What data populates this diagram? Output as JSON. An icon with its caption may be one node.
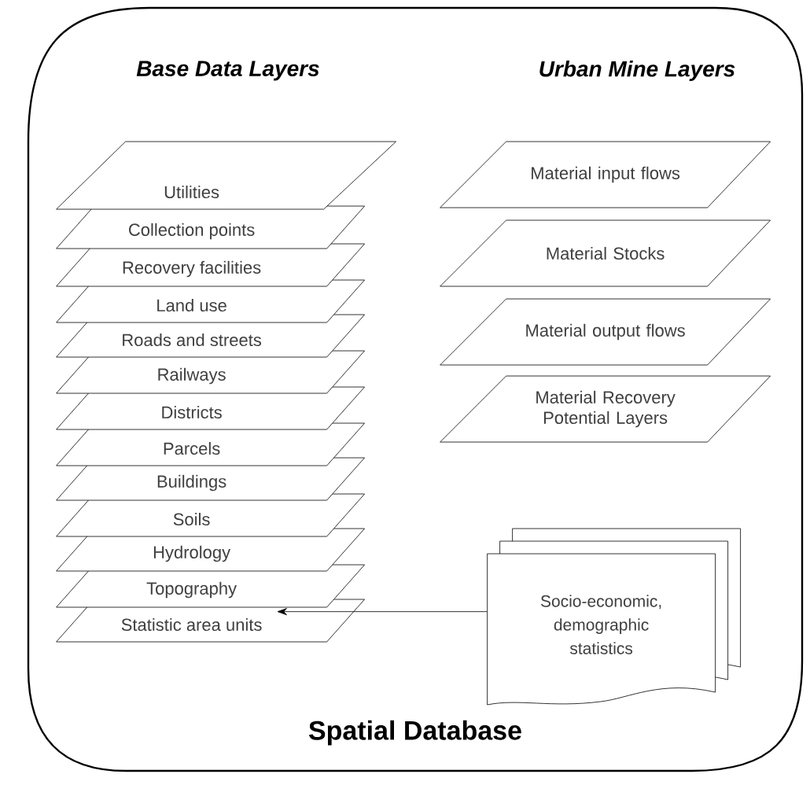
{
  "diagram": {
    "nodes": [
      {
        "text": [
          "Spatial Database"
        ]
      },
      {
        "text": [
          "Utilities"
        ],
        "in": 0
      },
      {
        "text": [
          "Collection points"
        ],
        "in": 0
      },
      {
        "text": [
          "Recovery facilities"
        ],
        "in": 0
      },
      {
        "text": [
          "Land use"
        ],
        "in": 0
      },
      {
        "text": [
          "Roads and streets"
        ],
        "in": 0
      },
      {
        "text": [
          "Railways"
        ],
        "in": 0
      },
      {
        "text": [
          "Districts"
        ],
        "in": 0
      },
      {
        "text": [
          "Parcels"
        ],
        "in": 0
      },
      {
        "text": [
          "Buildings"
        ],
        "in": 0
      },
      {
        "text": [
          "Soils"
        ],
        "in": 0
      },
      {
        "text": [
          "Hydrology"
        ],
        "in": 0
      },
      {
        "text": [
          "Topography"
        ],
        "in": 0
      },
      {
        "text": [
          "Statistic area units"
        ],
        "in": 0
      },
      {
        "text": [
          "Material input flows"
        ],
        "in": 0
      },
      {
        "text": [
          "Material Stocks"
        ],
        "in": 0
      },
      {
        "text": [
          "Material output flows"
        ],
        "in": 0
      },
      {
        "text": [
          "Material Recovery Potential Layers"
        ],
        "in": 0
      },
      {
        "text": [
          "Socio-economic, demographic statistics"
        ],
        "in": 0
      }
    ],
    "edges": [
      {
        "from": 18,
        "to": 13,
        "arrow": "to"
      }
    ],
    "labels": [
      "Base Data Layers",
      "Urban Mine Layers"
    ]
  }
}
